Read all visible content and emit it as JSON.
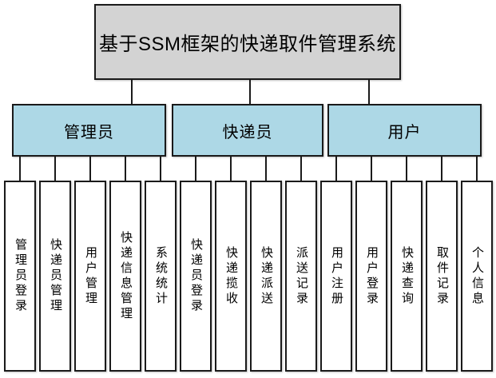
{
  "root": {
    "label": "基于SSM框架的快递取件管理系统"
  },
  "branches": [
    {
      "label": "管理员",
      "children": [
        "管理员登录",
        "快递员管理",
        "用户管理",
        "快递信息管理",
        "系统统计"
      ]
    },
    {
      "label": "快递员",
      "children": [
        "快递员登录",
        "快递揽收",
        "快递派送",
        "派送记录"
      ]
    },
    {
      "label": "用户",
      "children": [
        "用户注册",
        "用户登录",
        "快递查询",
        "取件记录",
        "个人信息"
      ]
    }
  ],
  "colors": {
    "root_fill": "#d3d3d3",
    "branch_fill": "#add8e6",
    "leaf_fill": "#ffffff",
    "border": "#1a1a1a"
  }
}
